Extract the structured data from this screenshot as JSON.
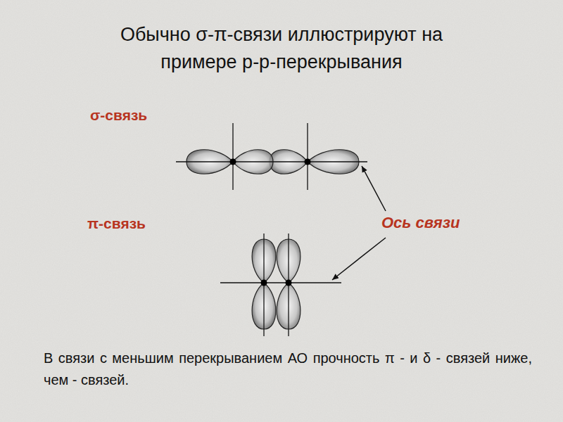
{
  "diagram": {
    "title": "Обычно σ-π-связи иллюстрируют на примере p-p-перекрывания",
    "labels": [
      "σ-связь",
      "π-связь",
      "Ось связи",
      "В связи с меньшим перекрыванием АО прочность π - и δ - связей ниже, чем  - связей."
    ]
  }
}
